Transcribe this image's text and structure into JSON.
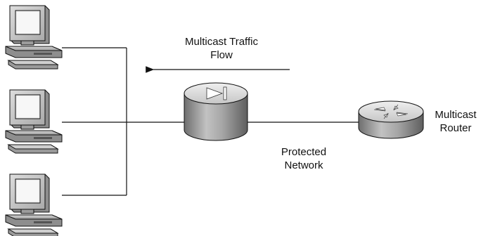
{
  "labels": {
    "traffic_line1": "Multicast Traffic",
    "traffic_line2": "Flow",
    "protected_line1": "Protected",
    "protected_line2": "Network",
    "router_line1": "Multicast",
    "router_line2": "Router"
  },
  "nodes": [
    {
      "id": "pc-1",
      "type": "computer-icon"
    },
    {
      "id": "pc-2",
      "type": "computer-icon"
    },
    {
      "id": "pc-3",
      "type": "computer-icon"
    },
    {
      "id": "pix-firewall",
      "type": "firewall-icon"
    },
    {
      "id": "multicast-router",
      "type": "router-icon"
    }
  ],
  "edges": [
    {
      "from": "pc-1",
      "to": "pix-firewall"
    },
    {
      "from": "pc-2",
      "to": "pix-firewall"
    },
    {
      "from": "pc-3",
      "to": "pix-firewall"
    },
    {
      "from": "pix-firewall",
      "to": "multicast-router"
    }
  ],
  "colors": {
    "line": "#111111",
    "device_top": "#d8d8d8",
    "device_side": "#8c8c8c",
    "monitor_body": "#c8c8c8",
    "screen": "#e9e9e9"
  }
}
